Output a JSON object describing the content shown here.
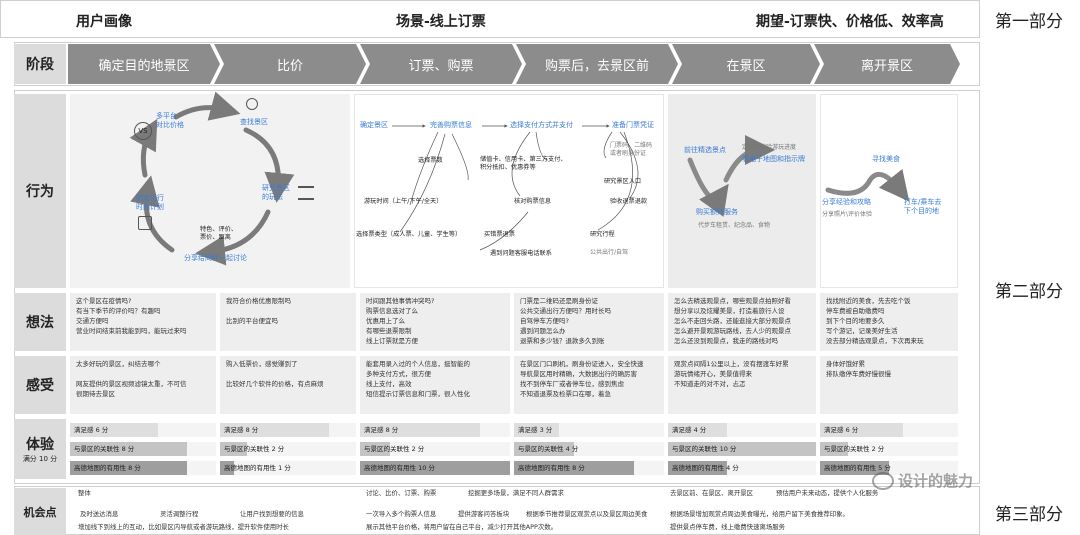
{
  "header": {
    "user_profile": "用户画像",
    "scenario": "场景-线上订票",
    "expectation": "期望-订票快、价格低、效率高"
  },
  "parts": [
    "第一部分",
    "第二部分",
    "第三部分"
  ],
  "stage_label": "阶段",
  "stages": [
    "确定目的地景区",
    "比价",
    "订票、购票",
    "购票后，去景区前",
    "在景区",
    "离开景区"
  ],
  "rows": {
    "behavior": "行为",
    "thoughts": "想法",
    "feelings": "感受",
    "experience": "体验",
    "experience_sub": "满分 10 分",
    "opportunities": "机会点"
  },
  "behavior": {
    "cycle": {
      "multi_platform": "多平台\n对比价格",
      "check_area": "查找景区",
      "study_area": "研究景区\n的玩法",
      "share": "分享给同伴一起讨论",
      "plan": "制定出行\n时间计划",
      "features": "特色、评价、\n票价、距离"
    },
    "booking": {
      "confirm": "确定景区",
      "complete": "完善购票信息",
      "choose_pay": "选择支付方式并支付",
      "prepare": "准备门票凭证",
      "select_count": "选择票数",
      "pay_methods": "储值卡、信用卡、第三方支付、\n积分抵扣、优惠券等",
      "proof": "门票码、二维码\n或者刷身份证",
      "time": "游玩时间（上午/下午/全天）",
      "verify": "核对购票信息",
      "study_entry": "研究景区入口",
      "ticket_type": "选择票类型（成人票、儿童、学生等）",
      "refund": "买错票退票",
      "check_refund": "验收退票退款",
      "contact": "遇到问题客服电话联系",
      "route": "研究行程",
      "transport": "公共出行/自驾"
    },
    "in_area": {
      "go": "前往精选景点",
      "locate": "定位和校验游玩进度",
      "map": "看电子地图和指示牌",
      "buy": "购买额外服务",
      "buy_sub": "代步车租赁、纪念品、食物"
    },
    "leave": {
      "food": "寻找美食",
      "share": "分享经验和攻略",
      "share_sub": "分享照片\\评价体验",
      "taxi": "打车/乘车去\n下个目的地"
    }
  },
  "thoughts": [
    "这个景区在疫情吗?\n有当下季节的评价吗？有趣吗\n交通方便吗\n营业时间结束前我能到吗，能玩过来吗",
    "我符合价格优惠限制吗\n\n比别的平台便宜吗",
    "时间跟其他事情冲突吗?\n购票信息选对了么\n优惠用上了么\n有哪些退票限制\n线上订票就是方便",
    "门票是二维码还是刷身份证\n公共交通出行方便吗？用时长吗\n自驾停车方便吗?\n遇到问题怎么办\n退票和多少钱？退款多久到账",
    "怎么去精选观景点，哪些观景点拍照好看\n想分享以及炫耀美景，打造着旅行人设\n怎么不走回头路，还能逛接大部分观景点\n怎么避开景观游玩路线，去人少的观景点\n怎么还没到观景点，我走的路线对吗",
    "找找附近的美食，先去吃个饭\n停车费被自助缴费吗\n到下个目的地要多久\n写个游记，记录美好生活\n没去部分精选观景点，下次再来玩"
  ],
  "feelings": [
    "太多好玩的景区，纠结去哪个\n\n网友提供的景区视频滤镜太重，不可信\n很期待去景区",
    "购入低票价，感觉赚到了\n\n比较好几个软件的价格，有点麻烦",
    "能套用录入过的个人信息，挺智能的\n多种支付方式，很方便\n线上支付，高效\n短信提示订票信息和门票，很人性化",
    "在景区门口刷机，刷身份证进入，安全快速\n导航景区用时精确，大数据出行的确厉害\n找不到停车厂或者停车位，感到焦虑\n不知道退票及检票口在哪，着急",
    "观赏点间隔1公里以上，没有摆渡车好累\n游玩情绪开心，美景值得来\n不知道走的对不对，忐忑",
    "身体好饿好累\n排队缴停车费好慢很慢"
  ],
  "experience": [
    {
      "satisfaction": "满足感 6 分",
      "s": 6,
      "relevance": "与景区的关联性 8 分",
      "r": 8,
      "usefulness": "高德地图的有用性 8 分",
      "u": 8
    },
    {
      "satisfaction": "满足感 8 分",
      "s": 8,
      "relevance": "与景区的关联性 2 分",
      "r": 2,
      "usefulness": "高德地图的有用性 1 分",
      "u": 1
    },
    {
      "satisfaction": "满足感 8 分",
      "s": 8,
      "relevance": "与景区的关联性 2 分",
      "r": 2,
      "usefulness": "高德地图的有用性 10 分",
      "u": 10
    },
    {
      "satisfaction": "满足感 3 分",
      "s": 3,
      "relevance": "与景区的关联性 4 分",
      "r": 4,
      "usefulness": "高德地图的有用性 8 分",
      "u": 8
    },
    {
      "satisfaction": "满足感 4 分",
      "s": 4,
      "relevance": "与景区的关联性 10 分",
      "r": 10,
      "usefulness": "高德地图的有用性 4 分",
      "u": 4
    },
    {
      "satisfaction": "满足感 6 分",
      "s": 6,
      "relevance": "与景区的关联性 2 分",
      "r": 2,
      "usefulness": "高德地图的有用性 5 分",
      "u": 5
    }
  ],
  "opportunities": {
    "line1_a": "整体",
    "line1_b": "讨论、比价、订票、购票",
    "line1_c": "挖掘更多场景，满足不同人群需求",
    "line1_d": "去景区前、在景区、离开景区",
    "line1_e": "预估用户未来动态，提供个人化服务",
    "line2_a": "及时送达消息",
    "line2_b": "灵活调整行程",
    "line2_c": "让用户找到想要的信息",
    "line2_d": "一次导入多个购票人信息",
    "line2_e": "提供游客问答板块",
    "line2_f": "根据季节推荐景区观赏点以及景区周边美食",
    "line2_g": "根据场景增加观赏点周边美食曝光，给用户留下美食推荐印象。",
    "line3_a": "增加线下到线上的互动，比如景区内导航或者游玩路线，提升软件使用时长",
    "line3_b": "展示其他平台价格，将用户留在自己平台，减少打开其他APP次数。",
    "line3_c": "提供景点停车费，线上缴费快速离场服务"
  },
  "watermark": "设计的魅力"
}
